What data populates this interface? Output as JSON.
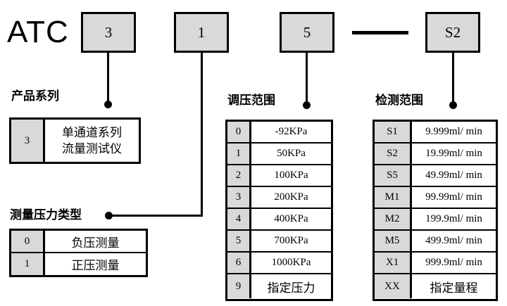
{
  "model": {
    "brand": "ATC",
    "segments": [
      {
        "name": "series",
        "value": "3"
      },
      {
        "name": "pressure-type",
        "value": "1"
      },
      {
        "name": "pressure-range",
        "value": "5"
      },
      {
        "name": "detection-range",
        "value": "S2"
      }
    ],
    "separator": "—"
  },
  "sections": {
    "series": {
      "caption": "产品系列",
      "rows": [
        {
          "code": "3",
          "value": "单通道系列\n流量测试仪",
          "line1": "单通道系列",
          "line2": "流量测试仪"
        }
      ]
    },
    "pressure_type": {
      "caption": "测量压力类型",
      "rows": [
        {
          "code": "0",
          "value": "负压测量"
        },
        {
          "code": "1",
          "value": "正压测量"
        }
      ]
    },
    "pressure_range": {
      "caption": "调压范围",
      "rows": [
        {
          "code": "0",
          "value": "-92KPa"
        },
        {
          "code": "1",
          "value": "50KPa"
        },
        {
          "code": "2",
          "value": "100KPa"
        },
        {
          "code": "3",
          "value": "200KPa"
        },
        {
          "code": "4",
          "value": "400KPa"
        },
        {
          "code": "5",
          "value": "700KPa"
        },
        {
          "code": "6",
          "value": "1000KPa"
        },
        {
          "code": "9",
          "value": "指定压力"
        }
      ]
    },
    "detection_range": {
      "caption": "检测范围",
      "rows": [
        {
          "code": "S1",
          "value": "9.999ml/ min"
        },
        {
          "code": "S2",
          "value": "19.99ml/ min"
        },
        {
          "code": "S5",
          "value": "49.99ml/ min"
        },
        {
          "code": "M1",
          "value": "99.99ml/ min"
        },
        {
          "code": "M2",
          "value": "199.9ml/ min"
        },
        {
          "code": "M5",
          "value": "499.9ml/ min"
        },
        {
          "code": "X1",
          "value": "999.9ml/ min"
        },
        {
          "code": "XX",
          "value": "指定量程"
        }
      ]
    }
  },
  "colors": {
    "box_fill": "#d9d9d9",
    "line": "#000000",
    "background": "#ffffff"
  }
}
